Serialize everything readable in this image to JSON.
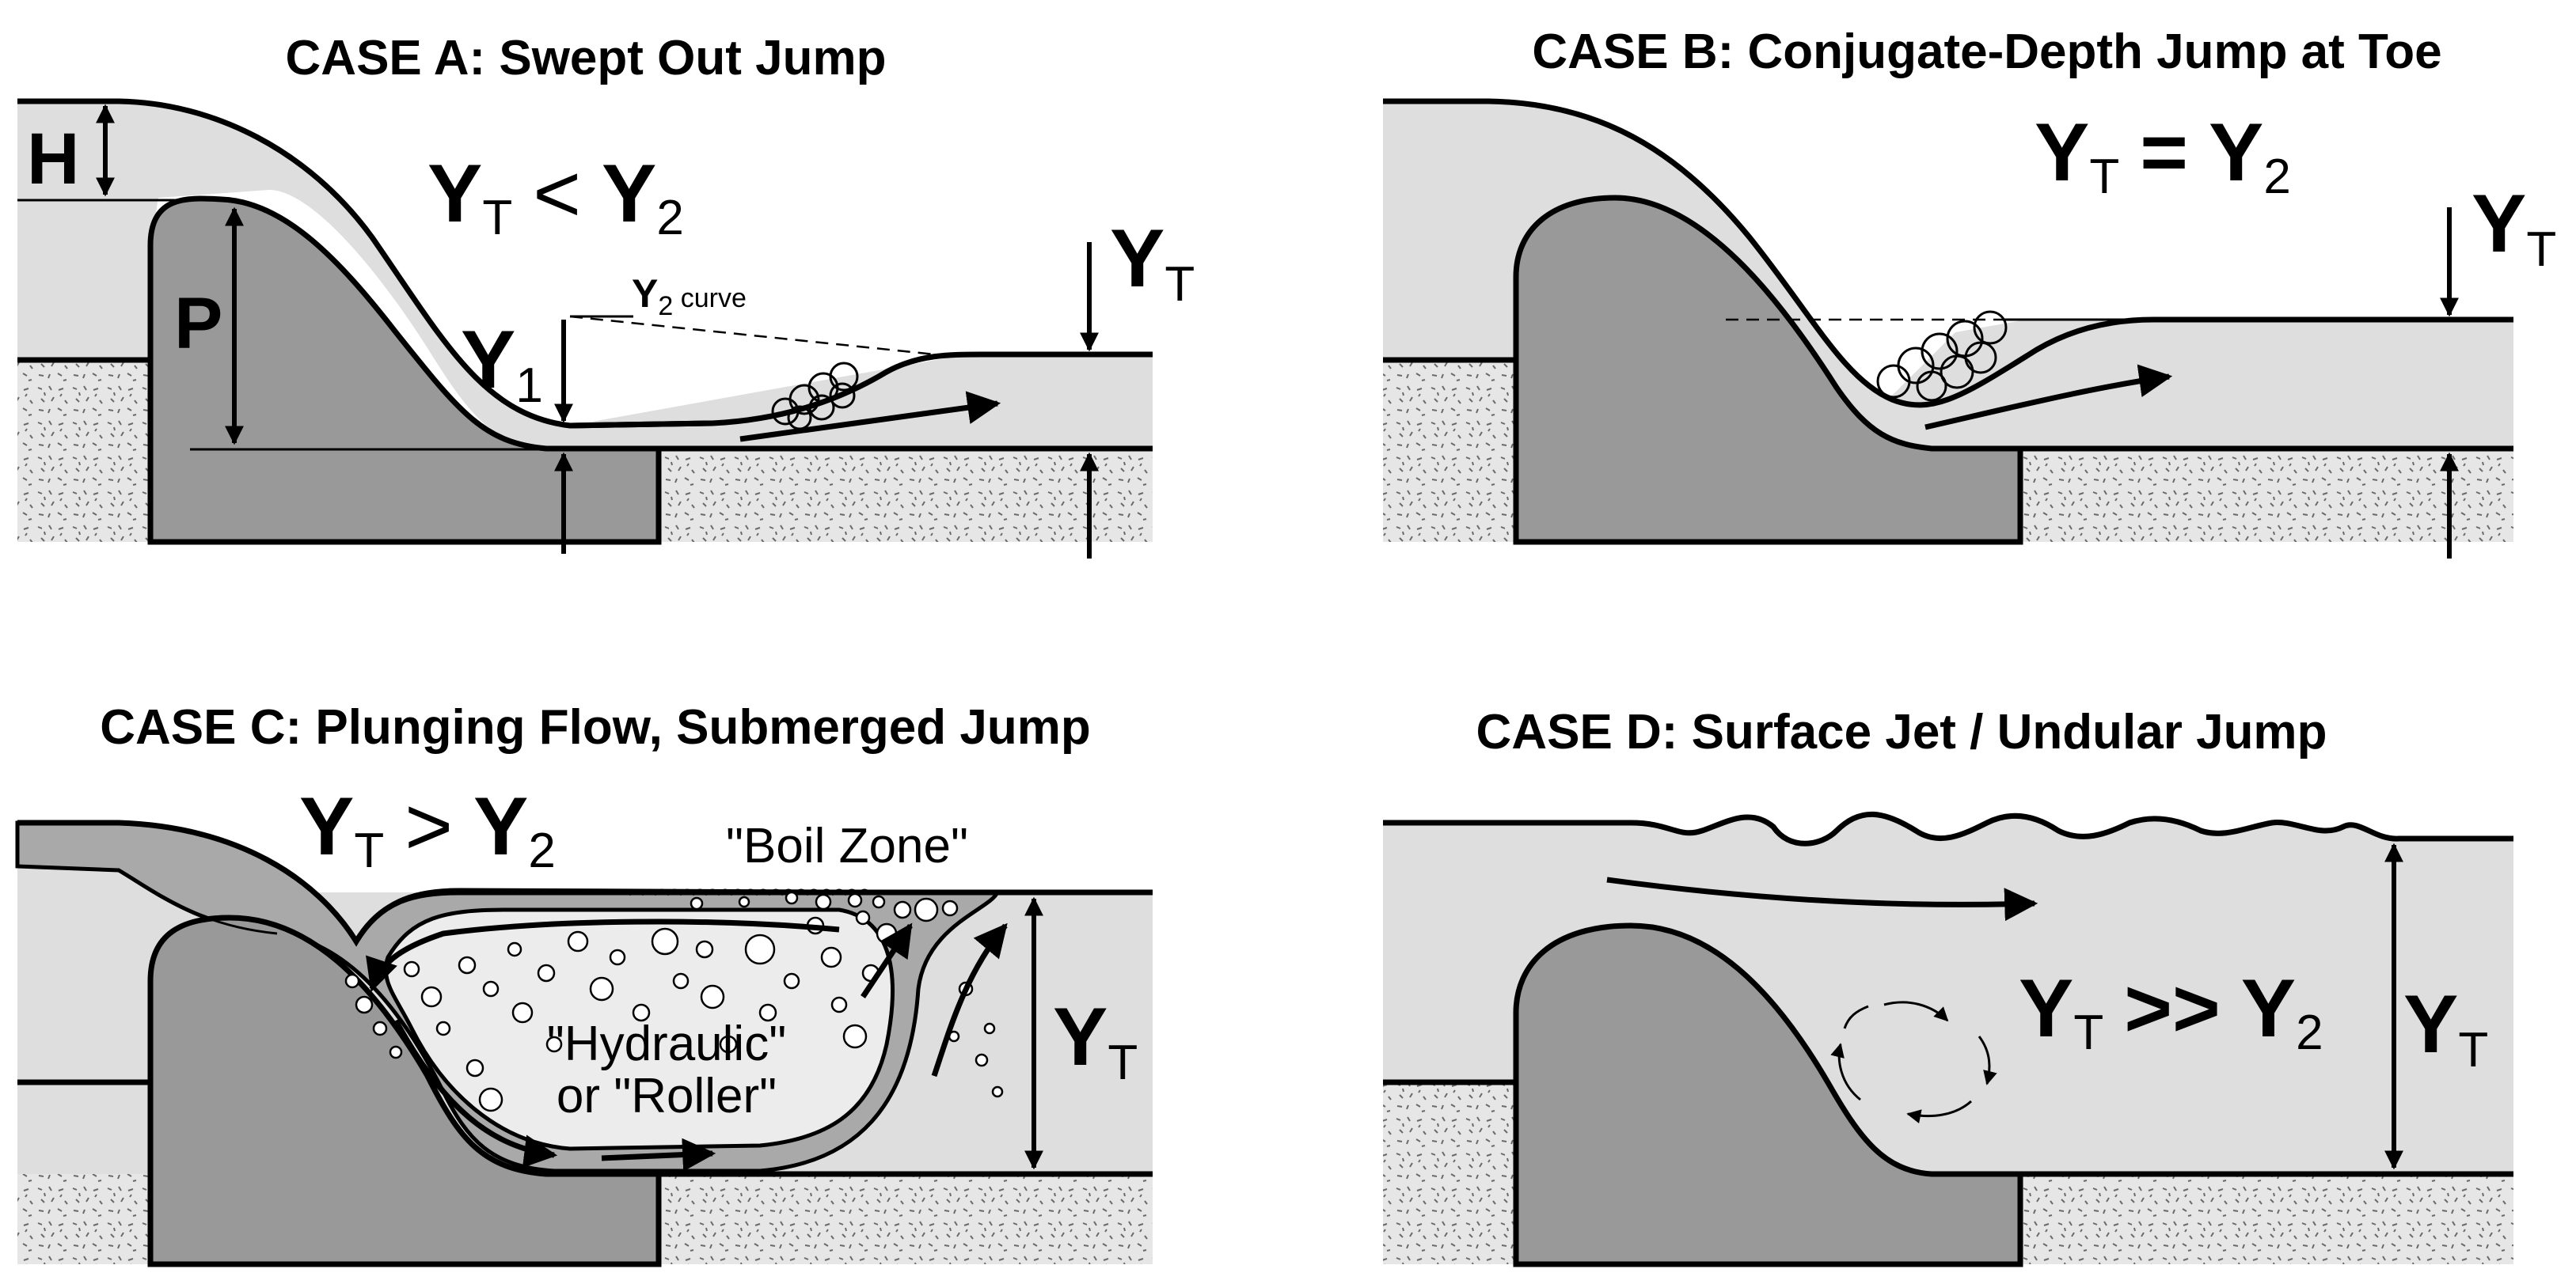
{
  "cases": [
    {
      "id": "A",
      "title": "CASE A: Swept Out Jump",
      "relation": {
        "lhs": "Y",
        "lhs_sub": "T",
        "op": "<",
        "rhs": "Y",
        "rhs_sub": "2"
      },
      "labels": {
        "head": "H",
        "weir_height": "P",
        "y1": "Y",
        "y1_sub": "1",
        "yt": "Y",
        "yt_sub": "T",
        "y2_curve": "Y",
        "y2_curve_sub": "2",
        "y2_curve_suffix": " curve"
      }
    },
    {
      "id": "B",
      "title": "CASE B: Conjugate-Depth Jump at Toe",
      "relation": {
        "lhs": "Y",
        "lhs_sub": "T",
        "op": "=",
        "rhs": "Y",
        "rhs_sub": "2"
      },
      "labels": {
        "yt": "Y",
        "yt_sub": "T"
      }
    },
    {
      "id": "C",
      "title": "CASE C: Plunging Flow, Submerged Jump",
      "relation": {
        "lhs": "Y",
        "lhs_sub": "T",
        "op": ">",
        "rhs": "Y",
        "rhs_sub": "2"
      },
      "labels": {
        "boil_zone": "\"Boil Zone\"",
        "roller_line1": "\"Hydraulic\"",
        "roller_line2": "or \"Roller\"",
        "yt": "Y",
        "yt_sub": "T"
      }
    },
    {
      "id": "D",
      "title": "CASE D: Surface Jet / Undular Jump",
      "relation": {
        "lhs": "Y",
        "lhs_sub": "T",
        "op": ">>",
        "rhs": "Y",
        "rhs_sub": "2"
      },
      "labels": {
        "yt": "Y",
        "yt_sub": "T"
      }
    }
  ],
  "colors": {
    "water": "#dedede",
    "weir": "#999999",
    "ground": "#e8e8e8",
    "ink": "#000000"
  }
}
